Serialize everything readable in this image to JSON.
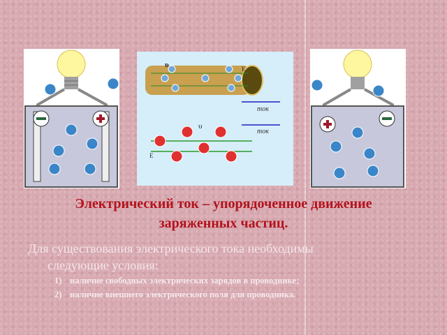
{
  "slide": {
    "title_line1": "Электрический ток – упорядоченное движение",
    "title_line2": "заряженных частиц.",
    "body_line1": "Для существования электрического тока необходимы",
    "body_line2": "следующие условия:",
    "conditions": [
      {
        "num": "1)",
        "text": "наличие свободных электрических зарядов в проводнике;"
      },
      {
        "num": "2)",
        "text": "наличие внешнего электрического поля для проводника."
      }
    ]
  },
  "diagram": {
    "velocity_label": "υ",
    "field_label": "E",
    "current_label": "ток",
    "plus": "+",
    "minus": "−"
  }
}
